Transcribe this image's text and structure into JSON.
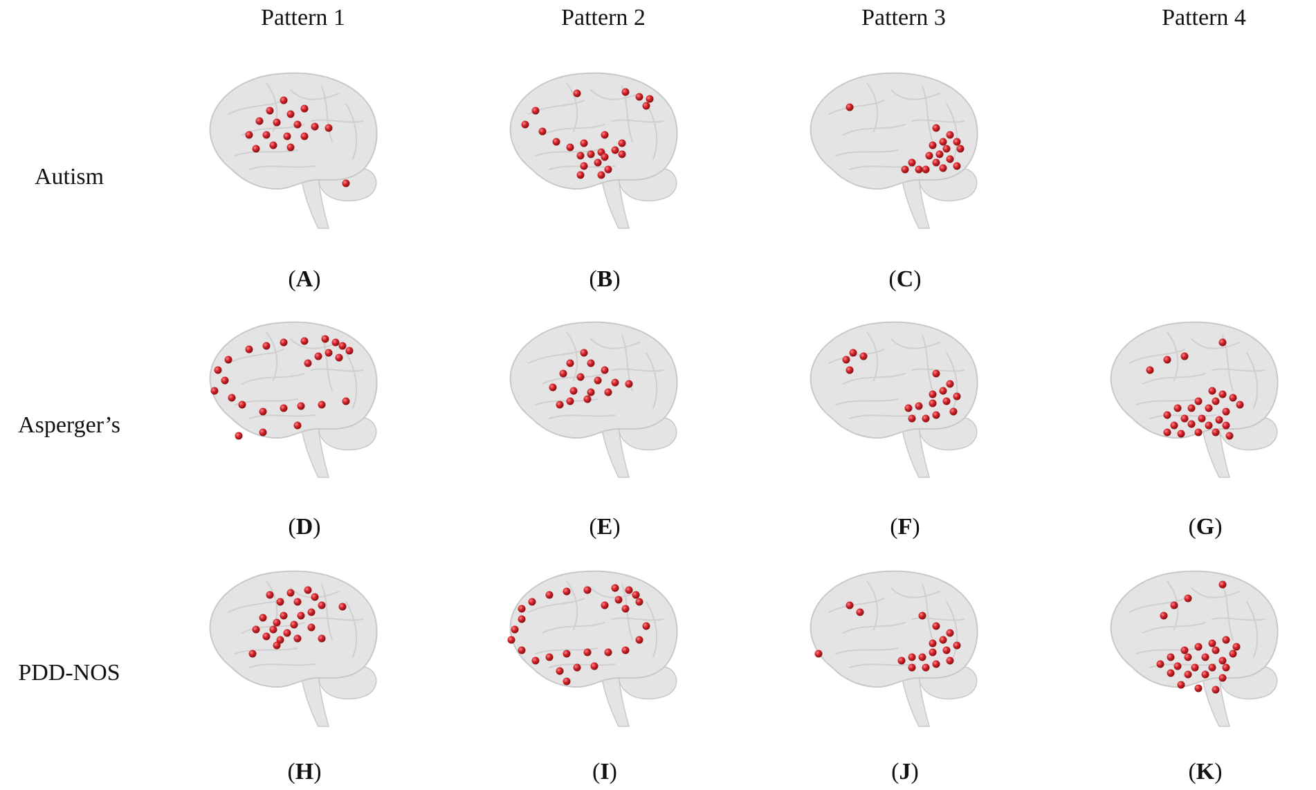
{
  "column_titles": [
    "Pattern 1",
    "Pattern 2",
    "Pattern 3",
    "Pattern 4"
  ],
  "row_labels": [
    "Autism",
    "Asperger’s",
    "PDD-NOS"
  ],
  "panel_labels": {
    "A": "A",
    "B": "B",
    "C": "C",
    "D": "D",
    "E": "E",
    "F": "F",
    "G": "G",
    "H": "H",
    "I": "I",
    "J": "J",
    "K": "K"
  },
  "colors": {
    "node": "#d4232a",
    "brain_fill": "#e4e4e4",
    "brain_stroke": "#c8c8c8"
  }
}
